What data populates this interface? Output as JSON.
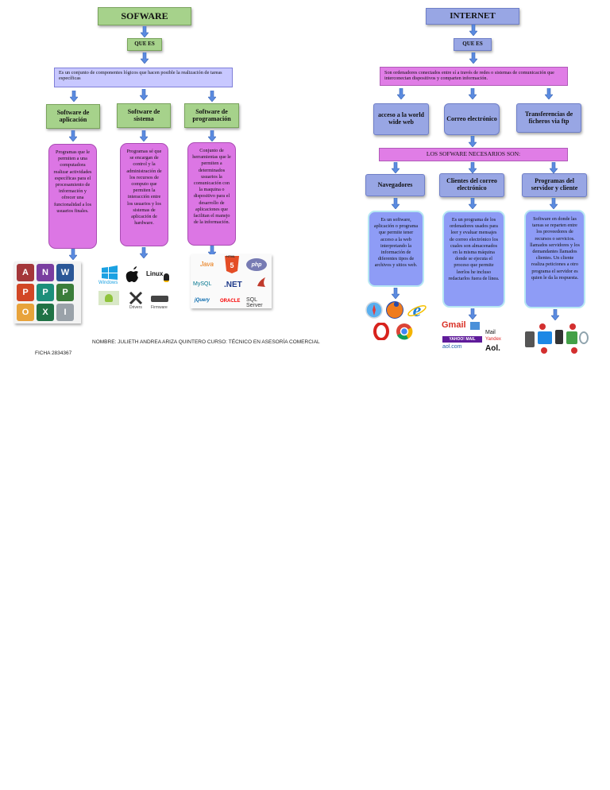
{
  "left": {
    "title": "SOFWARE",
    "que_es": "QUE ES",
    "definition": "Es un conjunto de componentes lógicos que hacen posible la realización de tareas específicas",
    "categories": [
      {
        "label": "Software de aplicación",
        "description": "Programas que le permiten a una computadora realizar actividades específicas para el procesamiento de información y ofrecer una funcionalidad a los usuarios finales."
      },
      {
        "label": "Software de sistema",
        "description": "Programas sé que se encargan de control y la administración de los recursos de computo que permiten la interacción entre los usuarios y los sistemas de aplicación de hardware."
      },
      {
        "label": "Software de programación",
        "description": "Conjunto de herramientas que le permiten a determinados usuarios la comunicación con la maquina o dispositivo para el desarrollo de aplicaciones que facilitan el manejo de la información."
      }
    ],
    "logos_system": [
      "Windows",
      "Linux",
      "Drivers",
      "Firmware"
    ],
    "logos_programming": [
      "Java",
      "HTML",
      "php",
      "MySQL",
      ".NET",
      "jQuery",
      "ORACLE",
      "SQL Server"
    ]
  },
  "right": {
    "title": "INTERNET",
    "que_es": "QUE ES",
    "definition": "Son ordenadores conectados entre sí a través de redes o sistemas de comunicación que interconectan dispositivos y comparten información.",
    "services": [
      "acceso a la world wide web",
      "Correo electrónico",
      "Transferencias de ficheros via ftp"
    ],
    "software_header": "LOS SOFWARE NECESARIOS SON:",
    "software": [
      {
        "label": "Navegadores",
        "description": "Es un software, aplicación o programa que permite tener acceso a la web interpretando la información de diferentes tipos de archivos y sitios web."
      },
      {
        "label": "Clientes del correo electrónico",
        "description": "Es un programa de los ordenadores usados para leer y evaluar mensajes de correo electrónico los cuales son almacenados en la misma máquina donde se ejecuta el proceso que permite leerlos he incluso redactarlos fuera de línea."
      },
      {
        "label": "Programas del servidor y cliente",
        "description": "Software en donde las tareas se reparten entre los proveedores de recursos o servicios. llamados servidores y los demandantes llamados clientes. Un cliente realiza peticiones a otro programa el servidor es quien le da la respuesta."
      }
    ],
    "mail_logos": [
      "Gmail",
      "Mail",
      "YAHOO! MAIL",
      "Yandex",
      "Aol.",
      "aol.com"
    ]
  },
  "footer": {
    "line1": "NOMBRE: JULIETH ANDREA ARIZA QUINTERO    CURSO: TÉCNICO EN ASESORÍA COMERCIAL",
    "line2": "FICHA 2834367"
  }
}
